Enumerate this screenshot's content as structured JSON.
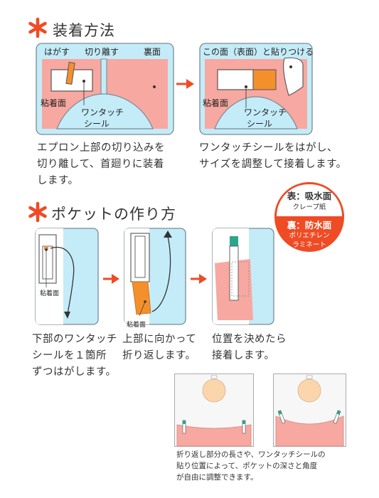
{
  "colors": {
    "accent": "#ef4b25",
    "pink": "#f7a8a0",
    "lightblue": "#c4ecf8",
    "orange": "#f4902c",
    "panel_border": "#7a8a96",
    "teal": "#2ba58b"
  },
  "section1": {
    "heading": "装着方法",
    "panel1": {
      "label_peel": "はがす",
      "label_cut": "切り離す",
      "label_back": "裏面",
      "label_adhesive": "粘着面",
      "label_tape_line1": "ワンタッチ",
      "label_tape_line2": "シール"
    },
    "panel2": {
      "label_attach": "この面（表面）と貼りつける",
      "label_adhesive": "粘着面",
      "label_tape_line1": "ワンタッチ",
      "label_tape_line2": "シール"
    },
    "caption1": [
      "エプロン上部の切り込みを",
      "切り離して、首廻りに装着",
      "します。"
    ],
    "caption2": [
      "ワンタッチシールをはがし、",
      "サイズを調整して接着します。"
    ]
  },
  "badge": {
    "front_title": "表：吸水面",
    "front_sub": "クレープ紙",
    "back_title": "裏：防水面",
    "back_sub1": "ポリエチレン",
    "back_sub2": "ラミネート"
  },
  "section2": {
    "heading": "ポケットの作り方",
    "label_adhesive_1": "粘着面",
    "label_adhesive_2": "粘着面",
    "caption1": [
      "下部のワンタッチ",
      "シールを１箇所",
      "ずつはがします。"
    ],
    "caption2": [
      "上部に向かって",
      "折り返します。"
    ],
    "caption3": [
      "位置を決めたら",
      "接着します。"
    ]
  },
  "bottom": {
    "caption": [
      "折り返し部分の長さや、ワンタッチシールの",
      "貼り位置によって、ポケットの深さと角度",
      "が自由に調整できます。"
    ]
  }
}
